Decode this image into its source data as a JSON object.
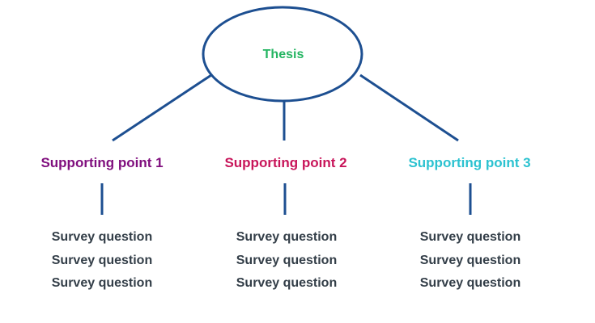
{
  "thesis": {
    "label": "Thesis",
    "color": "#24b562"
  },
  "line_color": "#1d4f91",
  "text_color": "#333e48",
  "points": [
    {
      "label": "Supporting point 1",
      "color": "#800f7e",
      "questions": [
        "Survey question",
        "Survey question",
        "Survey question"
      ]
    },
    {
      "label": "Supporting point 2",
      "color": "#c8155a",
      "questions": [
        "Survey question",
        "Survey question",
        "Survey question"
      ]
    },
    {
      "label": "Supporting point 3",
      "color": "#2bc2d0",
      "questions": [
        "Survey question",
        "Survey question",
        "Survey question"
      ]
    }
  ]
}
